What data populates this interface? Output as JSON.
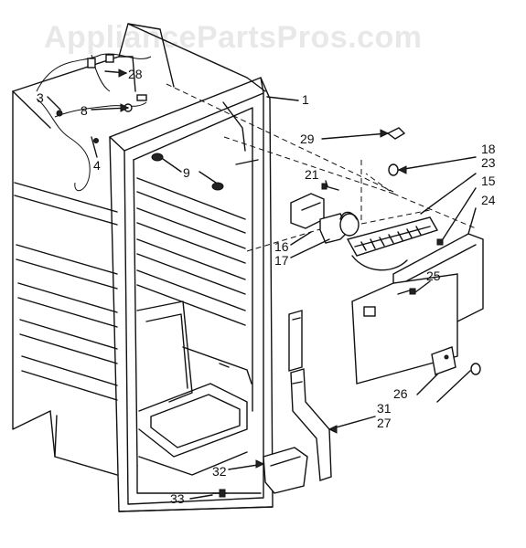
{
  "watermark": "AppliancePartsPros.com",
  "callouts": {
    "c1": "1",
    "c3": "3",
    "c4": "4",
    "c8": "8",
    "c9": "9",
    "c15": "15",
    "c16": "16",
    "c17": "17",
    "c18": "18",
    "c21": "21",
    "c23": "23",
    "c24": "24",
    "c25": "25",
    "c26": "26",
    "c27": "27",
    "c28": "28",
    "c29": "29",
    "c31": "31",
    "c32": "32",
    "c33": "33"
  }
}
